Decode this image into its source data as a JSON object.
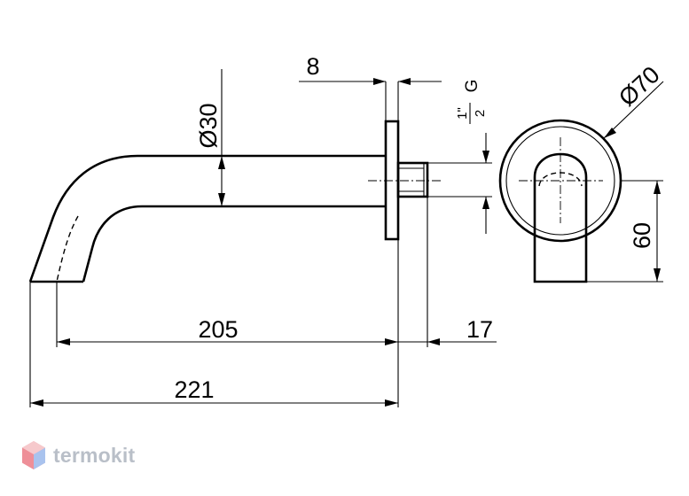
{
  "dimensions": {
    "length_total": "221",
    "length_spout": "205",
    "flange_thickness": "8",
    "thread_length": "17",
    "spout_diameter": "Ø30",
    "flange_diameter": "Ø70",
    "spout_height": "60",
    "thread_numerator": "1\"",
    "thread_denominator": "2",
    "thread_type": "G"
  },
  "watermark": {
    "text": "termokit"
  }
}
